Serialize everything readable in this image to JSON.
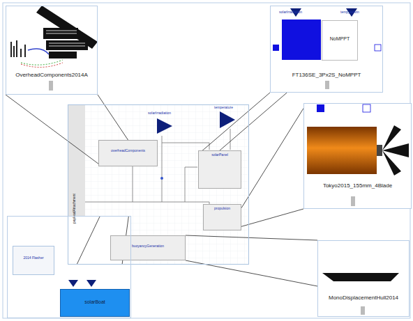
{
  "diagram": {
    "nodes": [
      {
        "text": [
          "OverheadComponents2014A"
        ]
      },
      {
        "text": [
          "FT136SE_3Px2S_NoMPPT"
        ]
      },
      {
        "text": [
          "NoMPPT"
        ],
        "in": 1
      },
      {
        "text": [
          "Tokyo2015_155mm_4Blade"
        ]
      },
      {
        "text": [
          "MonoDisplacementHull2014"
        ]
      },
      {
        "text": []
      },
      {
        "text": [
          "payloadAttachment"
        ],
        "in": 5
      },
      {
        "text": [
          "overheadComponents"
        ],
        "in": 5
      },
      {
        "text": [
          "solarPanel"
        ],
        "in": 5
      },
      {
        "text": [
          "propulsion"
        ],
        "in": 5
      },
      {
        "text": [
          "buoyancyGeneration"
        ],
        "in": 5
      },
      {
        "text": []
      },
      {
        "text": [
          "2014 Flasher"
        ],
        "in": 11
      },
      {
        "text": [
          "solarBoat"
        ],
        "in": 11
      }
    ],
    "edges": [
      {
        "from": 0,
        "to": 7,
        "arrow": "none"
      },
      {
        "from": 0,
        "to": 7,
        "arrow": "none"
      },
      {
        "from": 1,
        "to": 8,
        "arrow": "none"
      },
      {
        "from": 1,
        "to": 8,
        "arrow": "none"
      },
      {
        "from": 3,
        "to": 9,
        "arrow": "none"
      },
      {
        "from": 3,
        "to": 9,
        "arrow": "none"
      },
      {
        "from": 4,
        "to": 10,
        "arrow": "none"
      },
      {
        "from": 4,
        "to": 10,
        "arrow": "none"
      },
      {
        "from": 11,
        "to": 5,
        "arrow": "none"
      },
      {
        "from": 11,
        "to": 5,
        "arrow": "none"
      }
    ],
    "labels": [
      "solarIrradiation",
      "temperature",
      "solarIrradiation",
      "temp_kelvin"
    ]
  }
}
